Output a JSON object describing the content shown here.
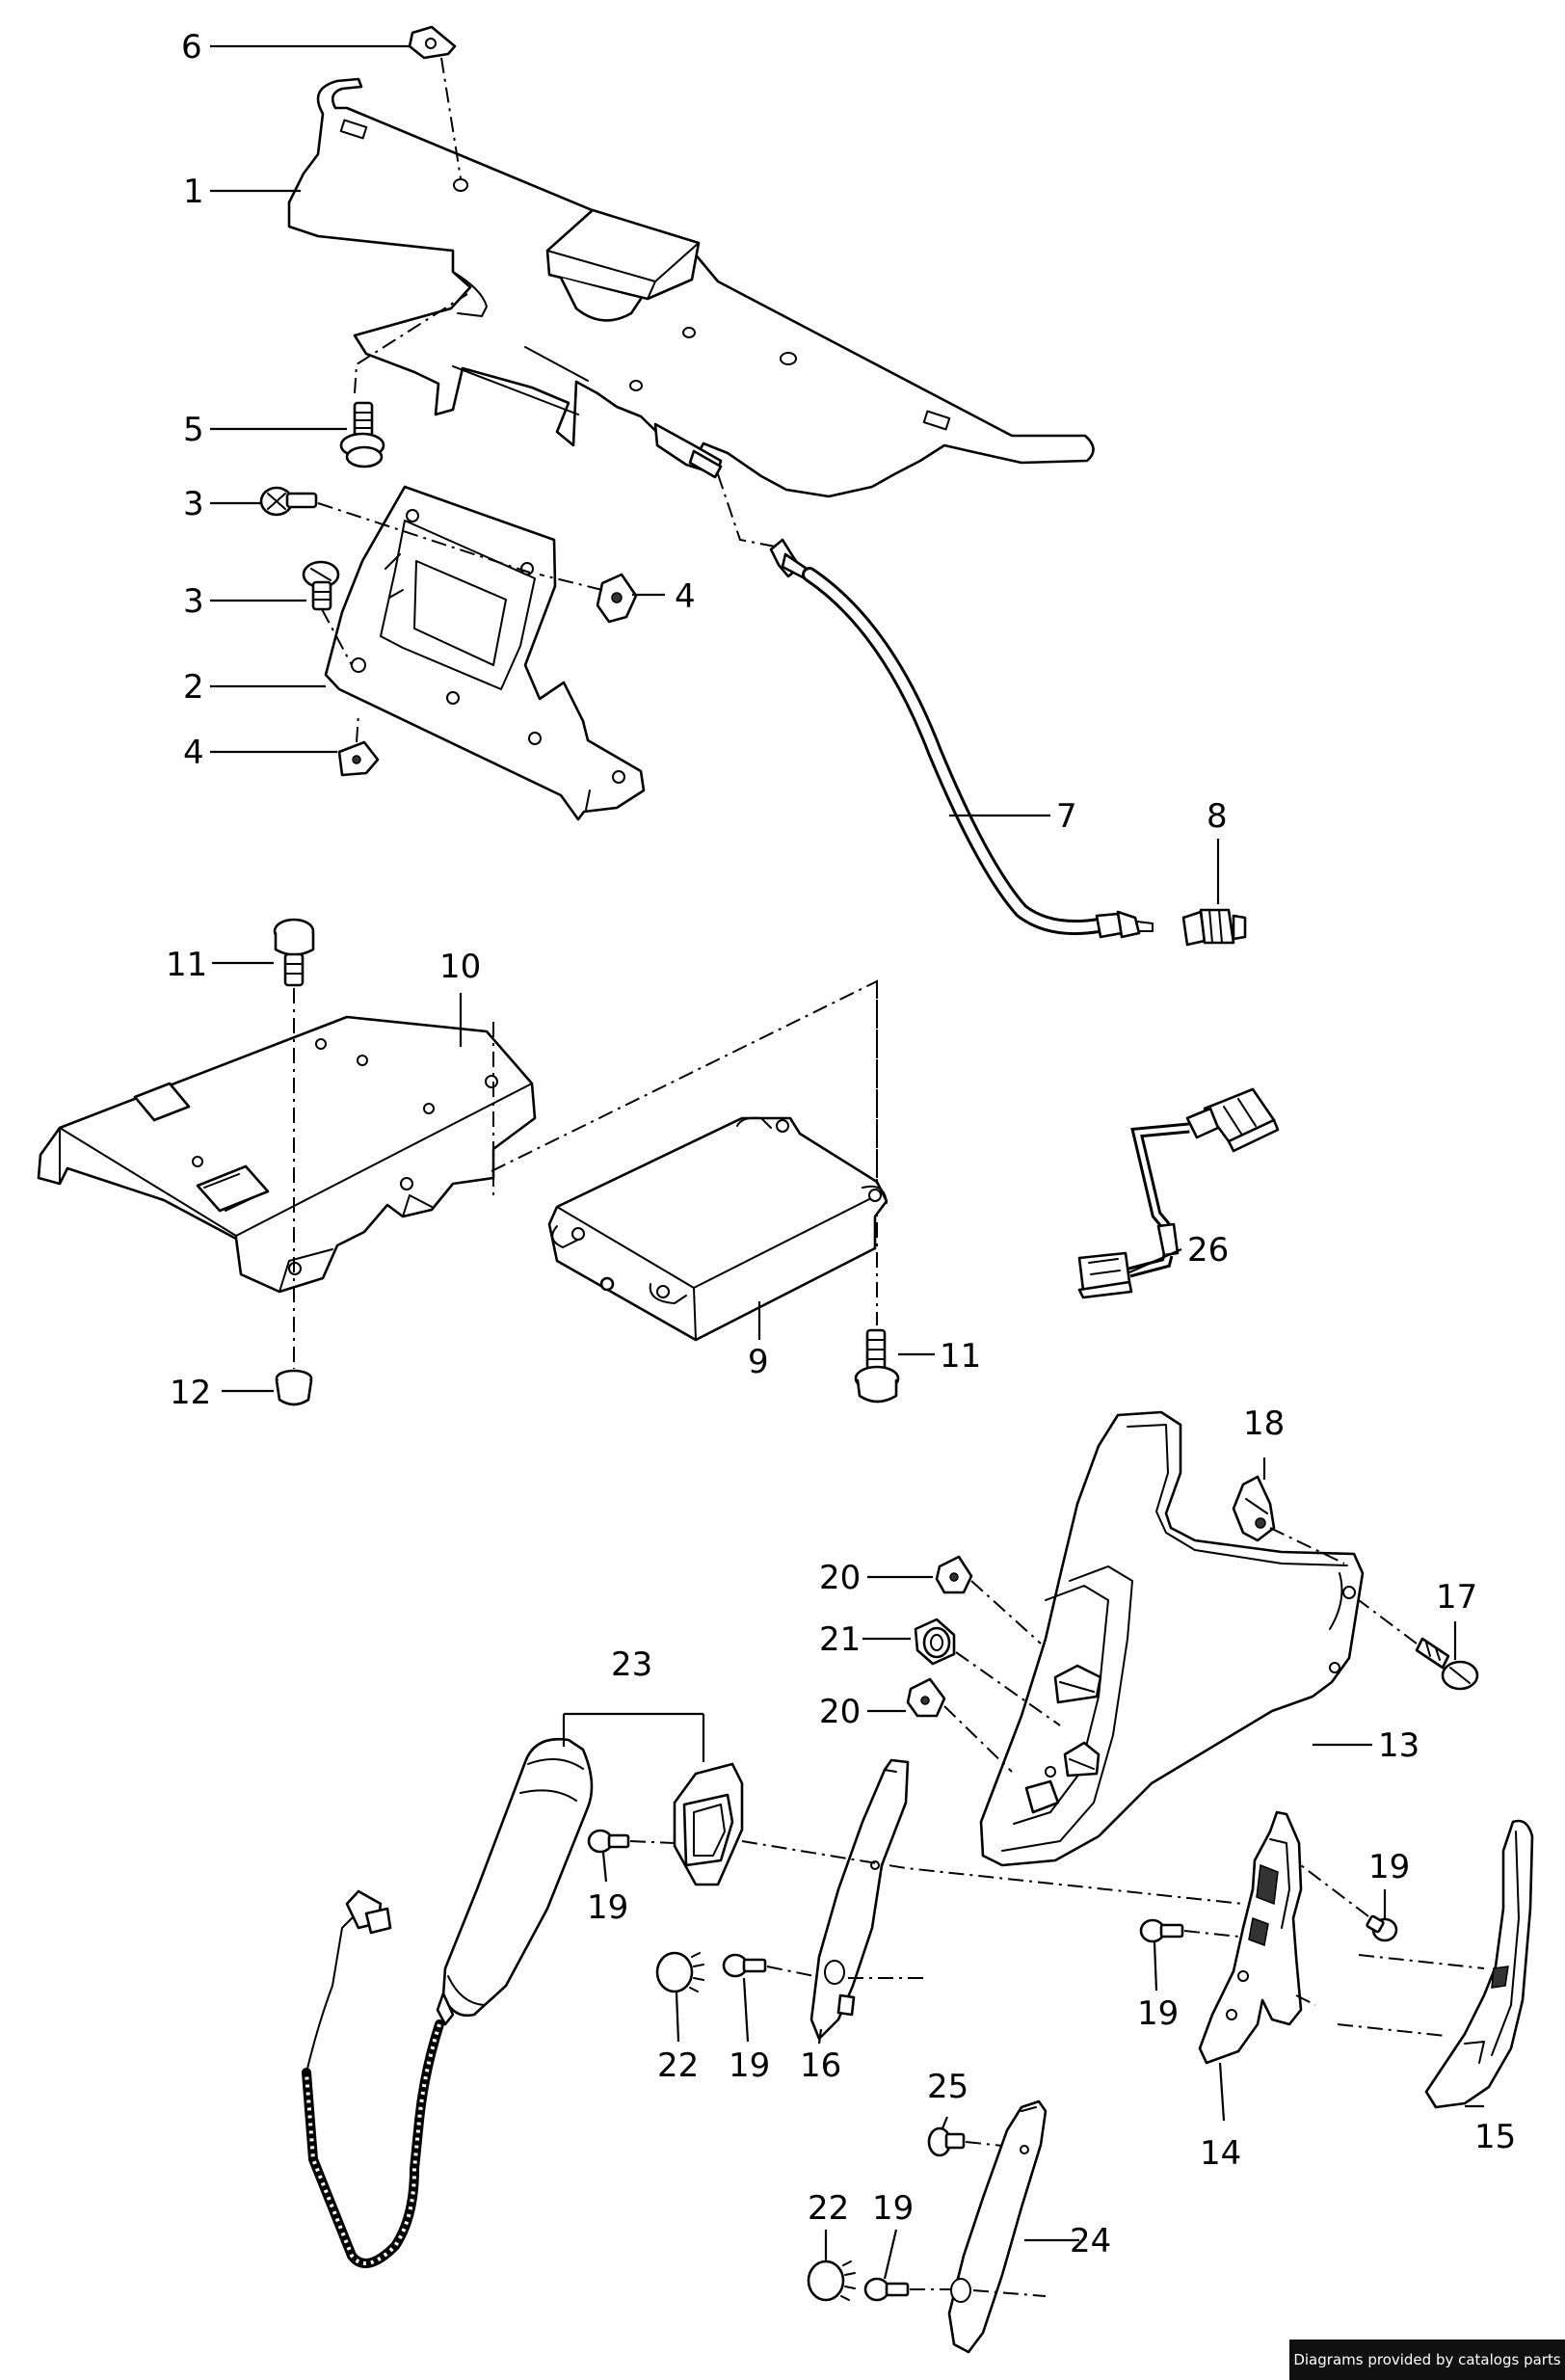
{
  "callouts": {
    "c1": "1",
    "c2": "2",
    "c3a": "3",
    "c3b": "3",
    "c4a": "4",
    "c4b": "4",
    "c5": "5",
    "c6": "6",
    "c7": "7",
    "c8": "8",
    "c9": "9",
    "c10": "10",
    "c11a": "11",
    "c11b": "11",
    "c12": "12",
    "c13": "13",
    "c14": "14",
    "c15": "15",
    "c16": "16",
    "c17": "17",
    "c18": "18",
    "c19a": "19",
    "c19b": "19",
    "c19c": "19",
    "c19d": "19",
    "c19e": "19",
    "c20a": "20",
    "c20b": "20",
    "c21": "21",
    "c22a": "22",
    "c22b": "22",
    "c23": "23",
    "c24": "24",
    "c25": "25",
    "c26": "26"
  },
  "credit": "Diagrams provided by catalogs parts",
  "colors": {
    "line": "#000000",
    "background": "#ffffff",
    "badge": "#111111"
  }
}
